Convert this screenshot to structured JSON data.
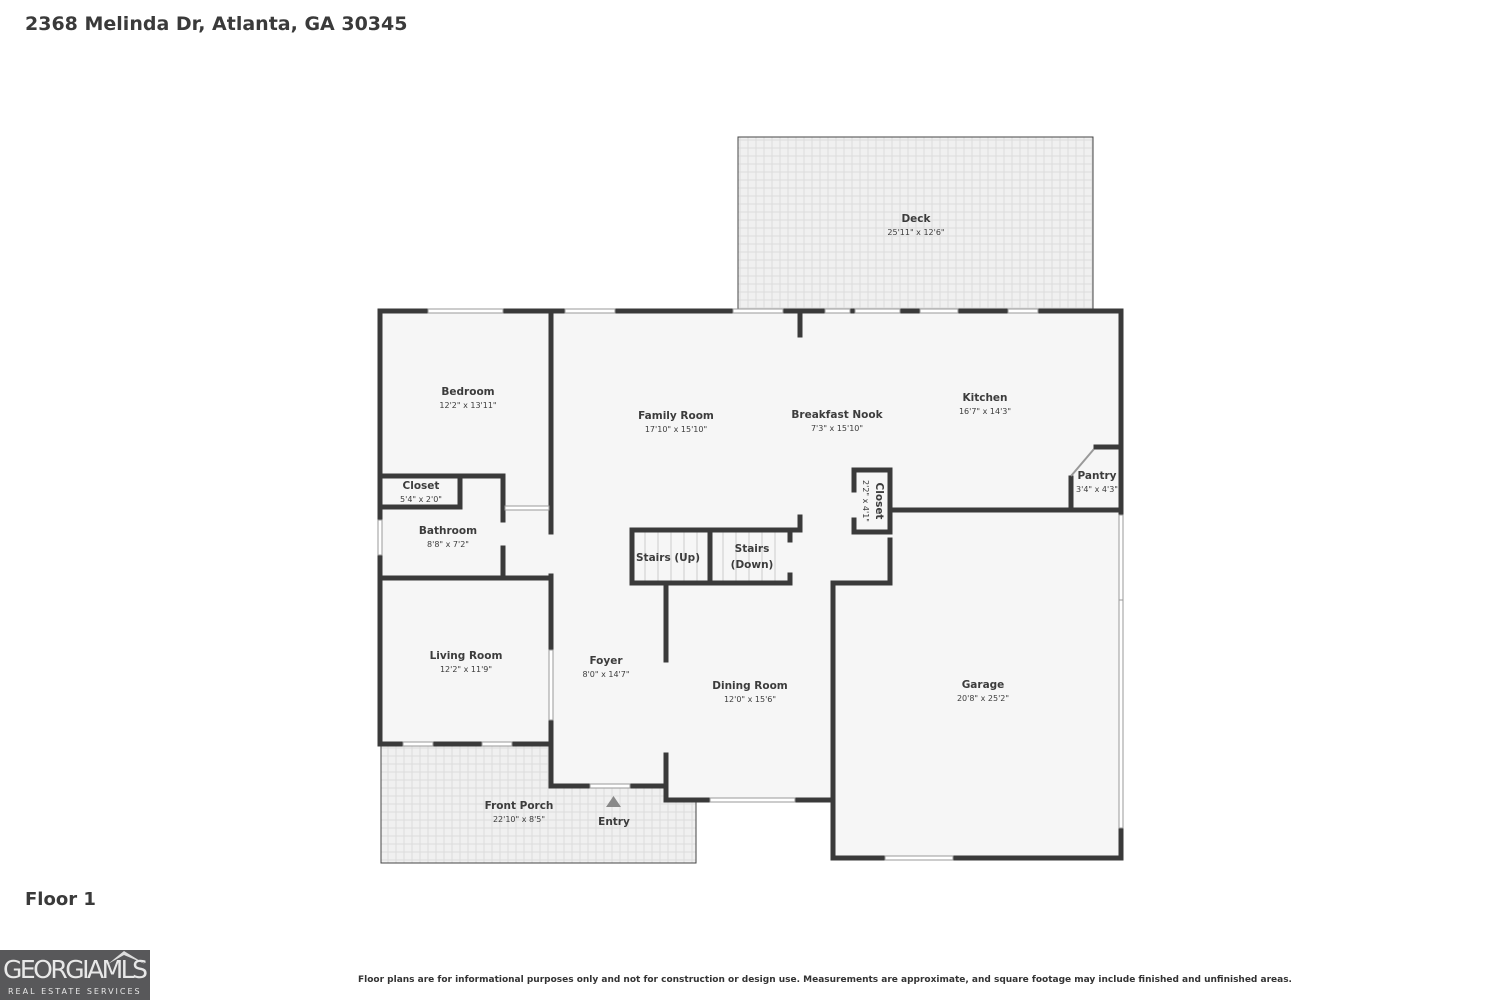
{
  "title": "2368 Melinda Dr, Atlanta, GA 30345",
  "floor_label": "Floor 1",
  "disclaimer": "Floor plans are for informational purposes only and not for construction or design use. Measurements are approximate, and square footage may include finished and unfinished areas.",
  "logo": {
    "text": "GEORGIAMLS",
    "subtext": "REAL ESTATE SERVICES"
  },
  "colors": {
    "wall": "#3a3a3a",
    "floor": "#f5f5f5",
    "outdoor": "#ebebeb"
  },
  "rooms": [
    {
      "name": "Deck",
      "dims": "25'11\" x 12'6\""
    },
    {
      "name": "Bedroom",
      "dims": "12'2\" x 13'11\""
    },
    {
      "name": "Family Room",
      "dims": "17'10\" x 15'10\""
    },
    {
      "name": "Breakfast Nook",
      "dims": "7'3\" x 15'10\""
    },
    {
      "name": "Kitchen",
      "dims": "16'7\" x 14'3\""
    },
    {
      "name": "Closet",
      "dims": "5'4\" x 2'0\""
    },
    {
      "name": "Bathroom",
      "dims": "8'8\" x 7'2\""
    },
    {
      "name": "Closet",
      "dims": "2'2\" x 4'1\""
    },
    {
      "name": "Pantry",
      "dims": "3'4\" x 4'3\""
    },
    {
      "name": "Stairs (Up)",
      "dims": ""
    },
    {
      "name": "Stairs",
      "dims": "(Down)"
    },
    {
      "name": "Living Room",
      "dims": "12'2\" x 11'9\""
    },
    {
      "name": "Foyer",
      "dims": "8'0\" x 14'7\""
    },
    {
      "name": "Dining Room",
      "dims": "12'0\" x 15'6\""
    },
    {
      "name": "Garage",
      "dims": "20'8\" x 25'2\""
    },
    {
      "name": "Front Porch",
      "dims": "22'10\" x 8'5\""
    },
    {
      "name": "Entry",
      "dims": ""
    }
  ]
}
